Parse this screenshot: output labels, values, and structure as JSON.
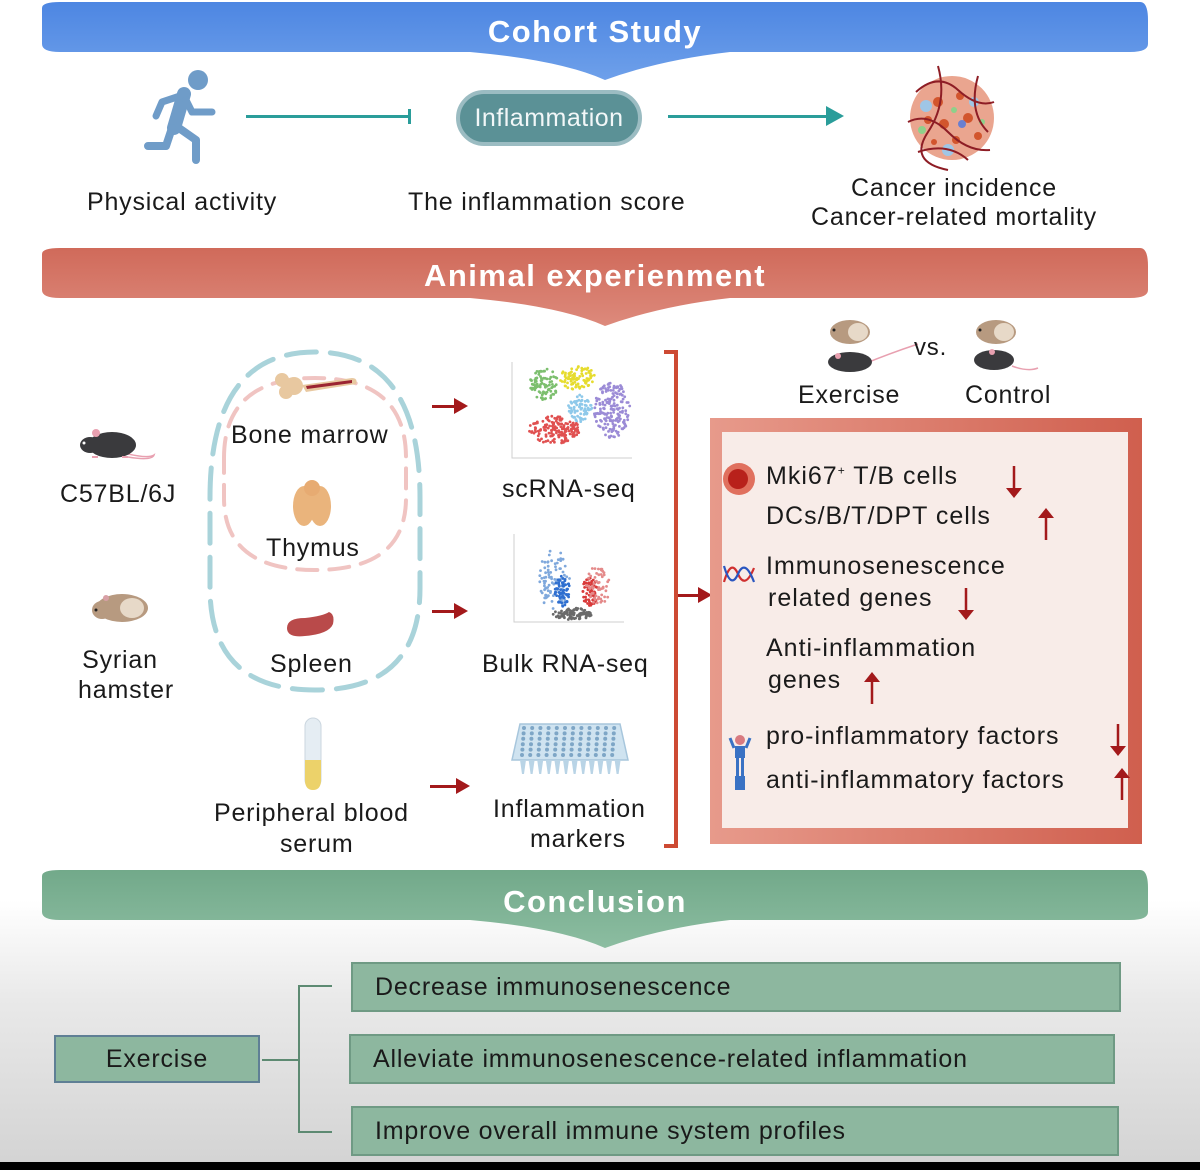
{
  "cohort_study": {
    "title": "Cohort Study",
    "banner_color": "#5b8fe0",
    "exposure_label": "Physical activity",
    "mediator_pill": "Inflammation",
    "mediator_label": "The inflammation score",
    "outcome_label_1": "Cancer incidence",
    "outcome_label_2": "Cancer-related mortality",
    "connector_color": "#2a9d9a"
  },
  "animal_experiment": {
    "title": "Animal experienment",
    "banner_color": "#d9776a",
    "models": [
      {
        "label": "C57BL/6J",
        "icon": "mouse-icon"
      },
      {
        "label_1": "Syrian",
        "label_2": "hamster",
        "icon": "hamster-icon"
      }
    ],
    "tissues": [
      {
        "label": "Bone marrow",
        "icon": "bone-icon"
      },
      {
        "label": "Thymus",
        "icon": "thymus-icon"
      },
      {
        "label": "Spleen",
        "icon": "spleen-icon"
      }
    ],
    "blood": {
      "label_1": "Peripheral blood",
      "label_2": "serum",
      "icon": "test-tube-icon"
    },
    "methods": [
      {
        "label": "scRNA-seq",
        "icon": "umap-cluster-icon"
      },
      {
        "label": "Bulk RNA-seq",
        "icon": "volcano-plot-icon"
      },
      {
        "label_1": "Inflammation",
        "label_2": "markers",
        "icon": "well-plate-icon"
      }
    ],
    "comparison": {
      "group_a": "Exercise",
      "vs": "vs.",
      "group_b": "Control"
    },
    "results": [
      {
        "text": "Mki67",
        "sup": "+",
        "text_after": " T/B cells",
        "direction": "down",
        "icon": "cell-icon"
      },
      {
        "text": "DCs/B/T/DPT  cells",
        "direction": "up"
      },
      {
        "text_1": "Immunosenescence",
        "text_2": "related genes",
        "direction": "down",
        "icon": "dna-icon"
      },
      {
        "text_1": "Anti-inflammation",
        "text_2": "genes",
        "direction": "up"
      },
      {
        "text": "pro-inflammatory factors",
        "direction": "down",
        "icon": "receptor-icon"
      },
      {
        "text": "anti-inflammatory factors",
        "direction": "up"
      }
    ],
    "arrow_color": "#a3191b"
  },
  "conclusion": {
    "title": "Conclusion",
    "banner_color": "#7fb096",
    "source": "Exercise",
    "outcomes": [
      "Decrease  immunosenescence",
      "Alleviate  immunosenescence-related  inflammation",
      "Improve  overall  immune  system  profiles"
    ]
  }
}
